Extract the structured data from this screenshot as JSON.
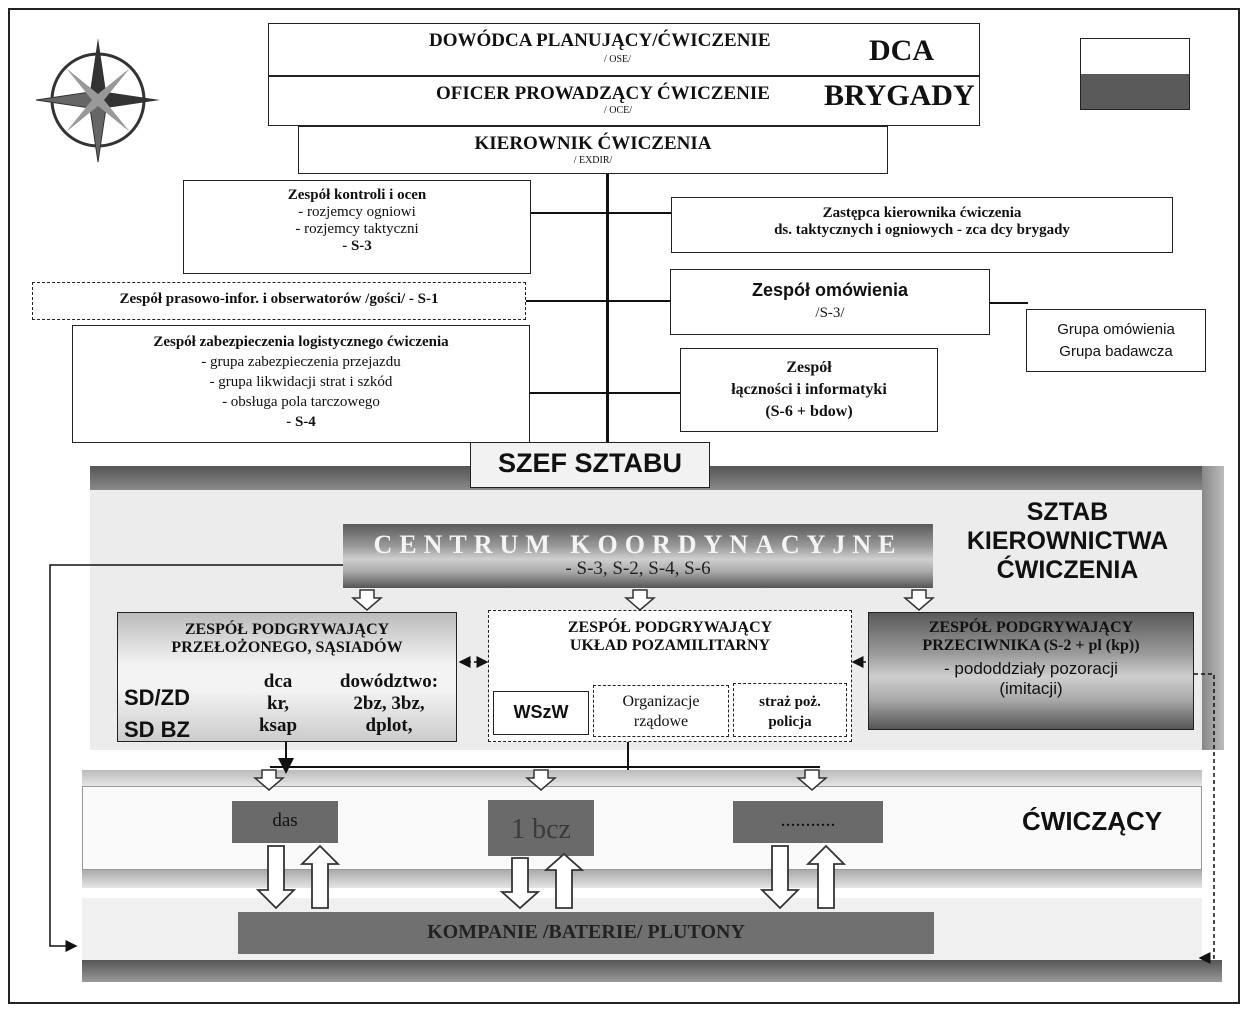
{
  "header": {
    "dowodca": {
      "title": "DOWÓDCA PLANUJĄCY/ĆWICZENIE",
      "sub": "/ OSE/"
    },
    "oficer": {
      "title": "OFICER PROWADZĄCY ĆWICZENIE",
      "sub": "/ OCE/"
    },
    "kierownik": {
      "title": "KIEROWNIK ĆWICZENIA",
      "sub": "/ EXDIR/"
    },
    "dca_label": "DCA",
    "brygady_label": "BRYGADY"
  },
  "left_column": {
    "kontrola": {
      "title": "Zespół kontroli i ocen",
      "lines": [
        "- rozjemcy ogniowi",
        "- rozjemcy taktyczni",
        "- S-3"
      ]
    },
    "prasowy": {
      "title": "Zespół prasowo-infor. i obserwatorów /gości/ - S-1"
    },
    "logistyka": {
      "title": "Zespół zabezpieczenia logistycznego ćwiczenia",
      "lines": [
        "- grupa zabezpieczenia przejazdu",
        "- grupa likwidacji strat i szkód",
        "- obsługa pola tarczowego",
        "- S-4"
      ]
    }
  },
  "right_column": {
    "zastepca": {
      "line1": "Zastępca kierownika ćwiczenia",
      "line2": "ds. taktycznych i ogniowych - zca dcy brygady"
    },
    "omowienie": {
      "title": "Zespół omówienia",
      "sub": "/S-3/"
    },
    "grupy": {
      "line1": "Grupa omówienia",
      "line2": "Grupa badawcza"
    },
    "lacznosc": {
      "line1": "Zespół",
      "line2": "łączności i informatyki",
      "line3": "(S-6 + bdow)"
    }
  },
  "szef": {
    "label": "SZEF SZTABU"
  },
  "sztab": {
    "line1": "SZTAB",
    "line2": "KIEROWNICTWA",
    "line3": "ĆWICZENIA"
  },
  "centrum": {
    "title": "CENTRUM KOORDYNACYJNE",
    "sub": "- S-3, S-2, S-4, S-6"
  },
  "zespol_przelozonego": {
    "line1": "ZESPÓŁ PODGRYWAJĄCY",
    "line2": "PRZEŁOŻONEGO, SĄSIADÓW",
    "sdzd": "SD/ZD",
    "sdbz": "SD BZ",
    "col1": [
      "dca",
      "kr,",
      "ksap"
    ],
    "col2": [
      "dowództwo:",
      "2bz, 3bz,",
      "dplot,"
    ]
  },
  "zespol_pozamilitarny": {
    "line1": "ZESPÓŁ PODGRYWAJĄCY",
    "line2": "UKŁAD POZAMILITARNY",
    "items": [
      {
        "label": "WSzW"
      },
      {
        "label1": "Organizacje",
        "label2": "rządowe"
      },
      {
        "label1": "straż poż.",
        "label2": "policja"
      }
    ]
  },
  "zespol_przeciwnika": {
    "line1": "ZESPÓŁ PODGRYWAJĄCY",
    "line2": "PRZECIWNIKA (S-2 + pl (kp))",
    "line3": "- pododdziały pozoracji",
    "line4": "(imitacji)"
  },
  "cwiczacy": {
    "label": "ĆWICZĄCY",
    "units": [
      "das",
      "1 bcz",
      "..........."
    ]
  },
  "kompanie": {
    "label": "KOMPANIE /BATERIE/ PLUTONY"
  },
  "colors": {
    "dark": "#5a5a5a",
    "light": "#cfcfcf",
    "white": "#ffffff",
    "line": "#111111"
  }
}
